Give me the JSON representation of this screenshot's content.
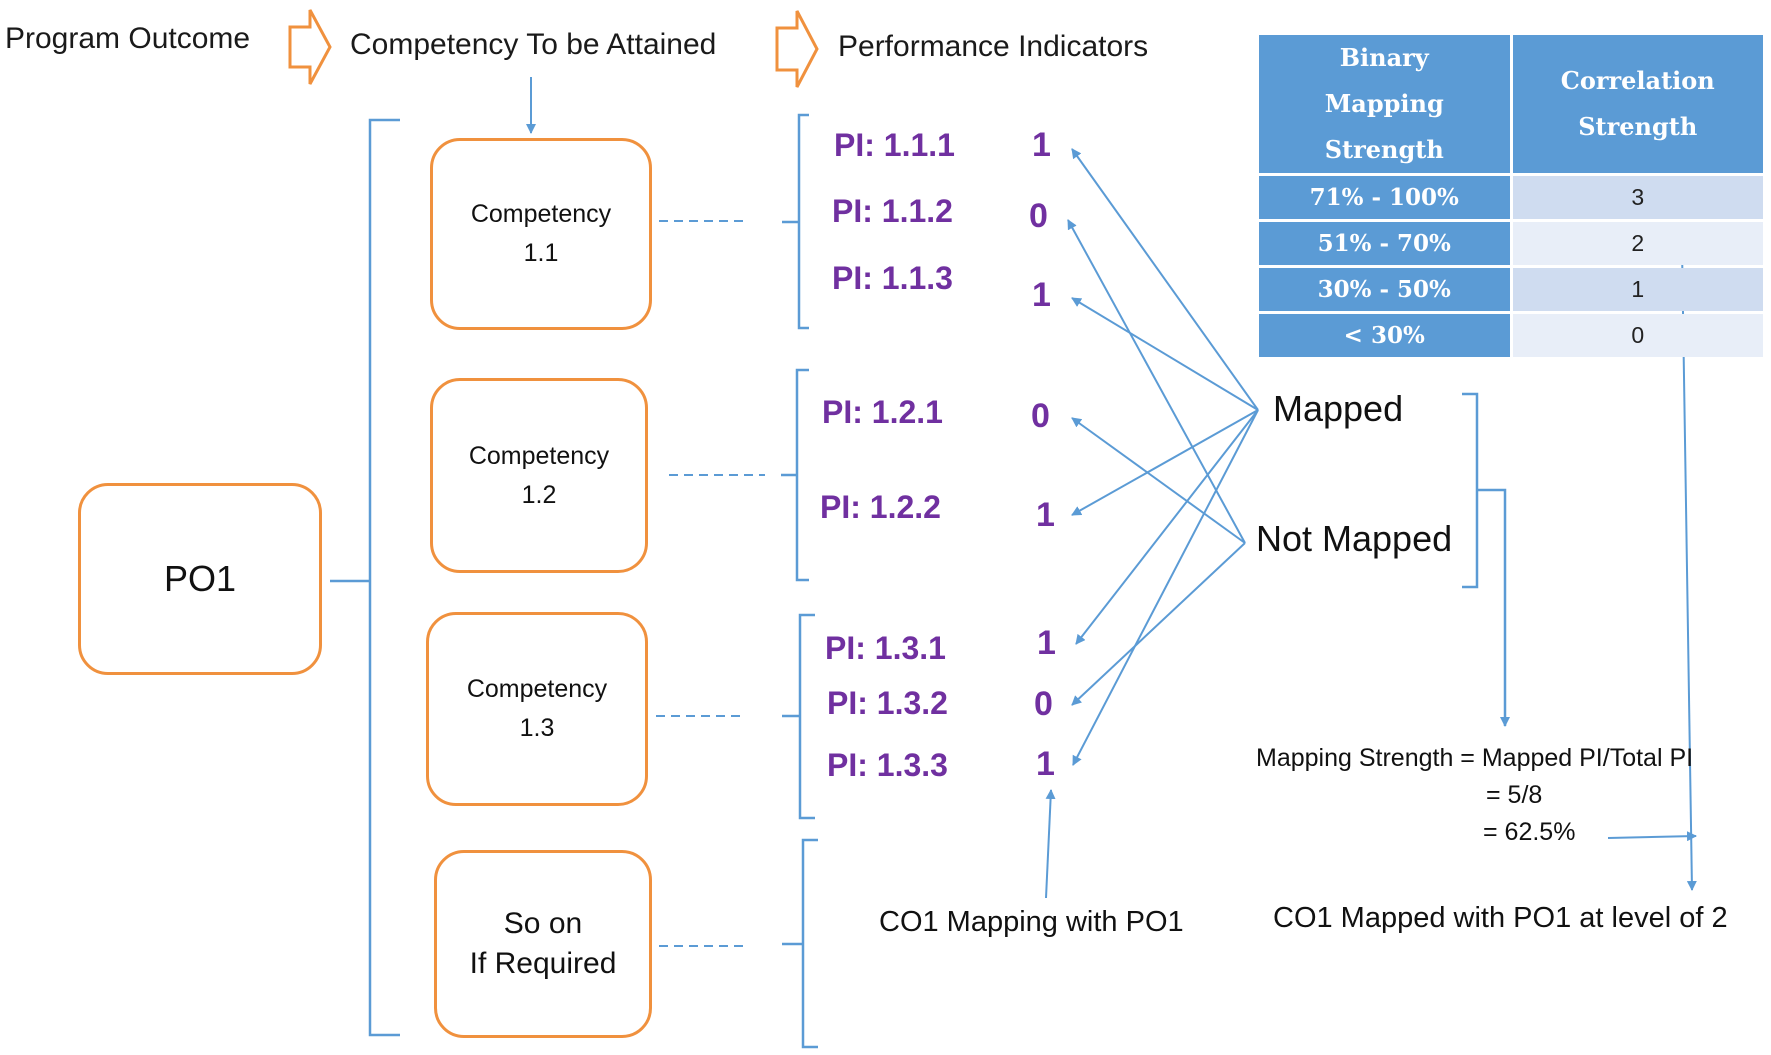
{
  "headers": {
    "program_outcome": "Program Outcome",
    "competency": "Competency To be Attained",
    "performance_indicators": "Performance Indicators"
  },
  "po": {
    "label": "PO1"
  },
  "competencies": [
    {
      "line1": "Competency",
      "line2": "1.1"
    },
    {
      "line1": "Competency",
      "line2": "1.2"
    },
    {
      "line1": "Competency",
      "line2": "1.3"
    },
    {
      "line1": "So on",
      "line2": "If Required"
    }
  ],
  "indicators": [
    {
      "label": "PI: 1.1.1",
      "value": "1"
    },
    {
      "label": "PI: 1.1.2",
      "value": "0"
    },
    {
      "label": "PI: 1.1.3",
      "value": "1"
    },
    {
      "label": "PI: 1.2.1",
      "value": "0"
    },
    {
      "label": "PI: 1.2.2",
      "value": "1"
    },
    {
      "label": "PI: 1.3.1",
      "value": "1"
    },
    {
      "label": "PI: 1.3.2",
      "value": "0"
    },
    {
      "label": "PI: 1.3.3",
      "value": "1"
    }
  ],
  "mapping_labels": {
    "mapped": "Mapped",
    "not_mapped": "Not Mapped"
  },
  "table": {
    "headers": [
      "Binary Mapping Strength",
      "Correlation Strength"
    ],
    "rows": [
      {
        "range": "71% - 100%",
        "strength": "3"
      },
      {
        "range": "51% - 70%",
        "strength": "2"
      },
      {
        "range": "30% - 50%",
        "strength": "1"
      },
      {
        "range": "< 30%",
        "strength": "0"
      }
    ]
  },
  "formula": {
    "line1": "Mapping Strength = Mapped PI/Total PI",
    "line2": "= 5/8",
    "line3": "=  62.5%"
  },
  "captions": {
    "co_mapping": "CO1 Mapping with PO1",
    "result": "CO1 Mapped with PO1 at level of 2"
  },
  "colors": {
    "box_border": "#f0913e",
    "line": "#5b9bd5",
    "pi_text": "#7030a0",
    "table_header": "#5b9bd5"
  }
}
